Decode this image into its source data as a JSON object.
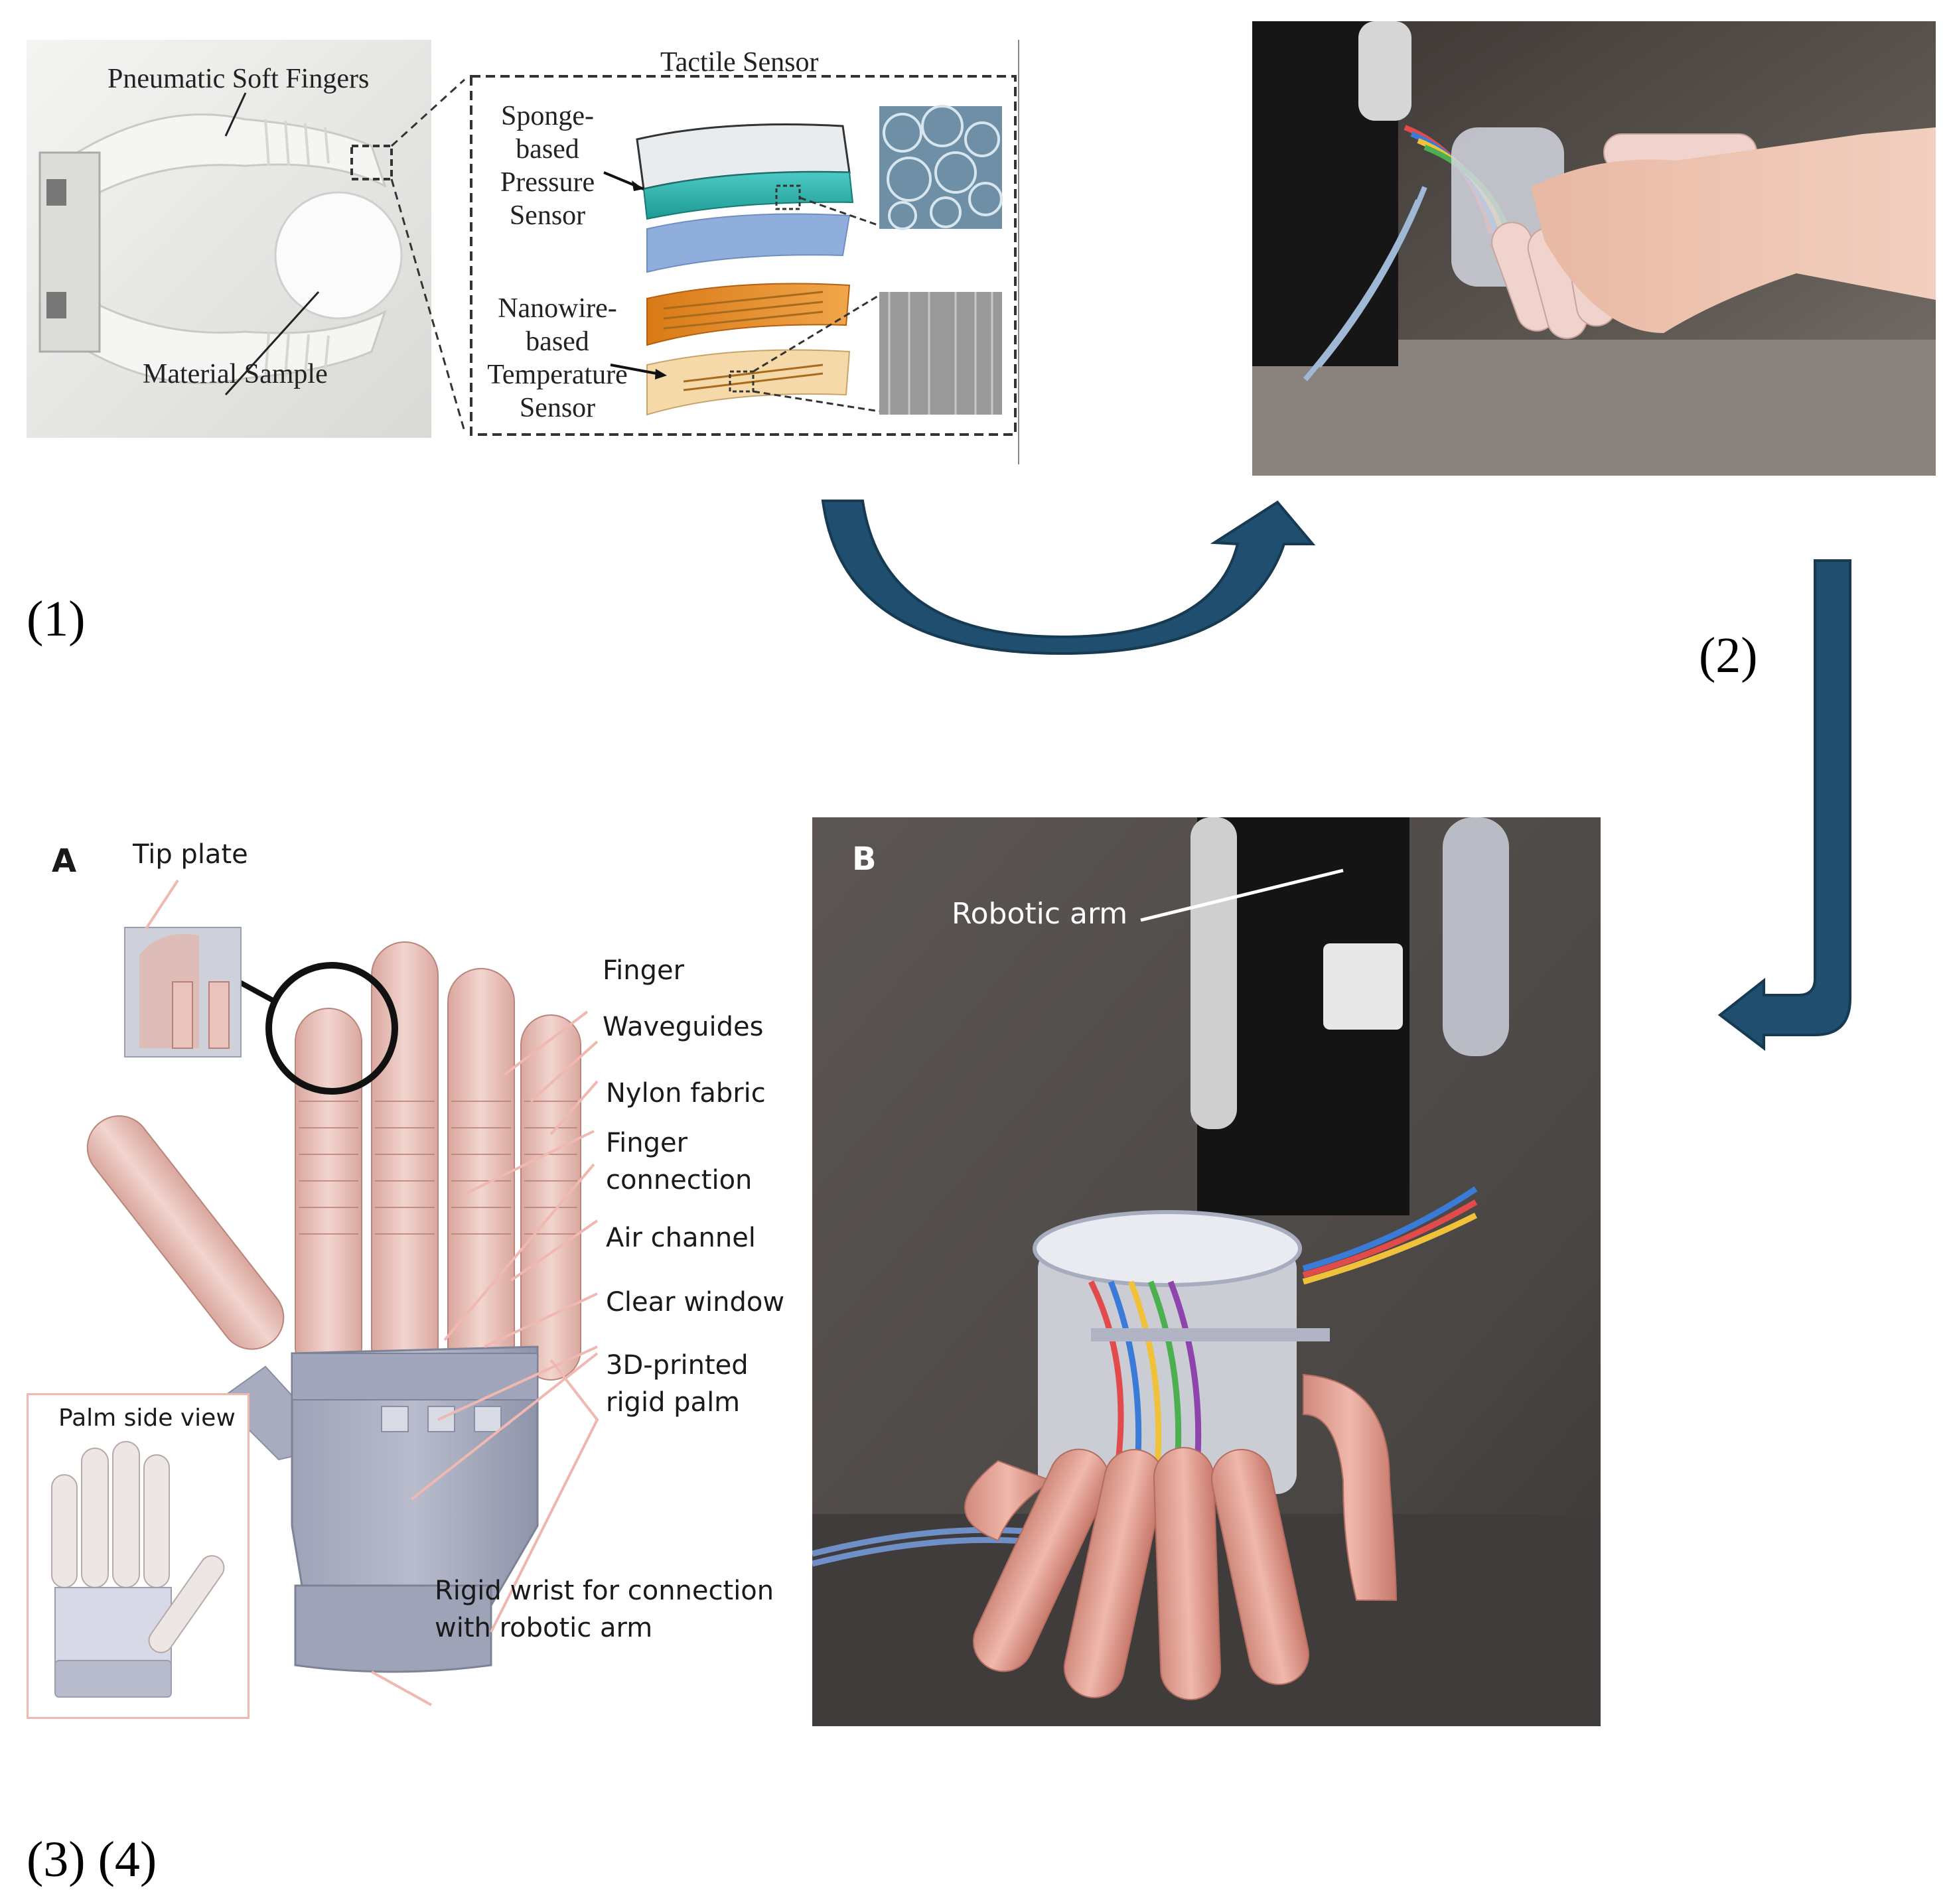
{
  "labels": {
    "step1": "(1)",
    "step2": "(2)",
    "step34": "(3) (4)"
  },
  "panel1": {
    "fingers": "Pneumatic Soft Fingers",
    "sample": "Material Sample",
    "tactile": "Tactile Sensor",
    "pressure": [
      "Sponge-",
      "based",
      "Pressure",
      "Sensor"
    ],
    "temperature": [
      "Nanowire-",
      "based",
      "Temperature",
      "Sensor"
    ]
  },
  "panel3": {
    "letter": "A",
    "tip_plate": "Tip plate",
    "finger": "Finger",
    "waveguides": "Waveguides",
    "nylon": "Nylon fabric",
    "finger_connection": [
      "Finger",
      "connection"
    ],
    "air_channel": "Air channel",
    "clear_window": "Clear window",
    "palm": [
      "3D-printed",
      "rigid palm"
    ],
    "wrist": [
      "Rigid wrist for connection",
      "with robotic arm"
    ],
    "palm_side": "Palm side view"
  },
  "panel4": {
    "letter": "B",
    "arm": "Robotic arm"
  },
  "colors": {
    "arrow": "#1f4e6e",
    "arrow_dark": "#163a52",
    "finger_pink": "#e8a89a",
    "palm_grey": "#a9adc0"
  }
}
